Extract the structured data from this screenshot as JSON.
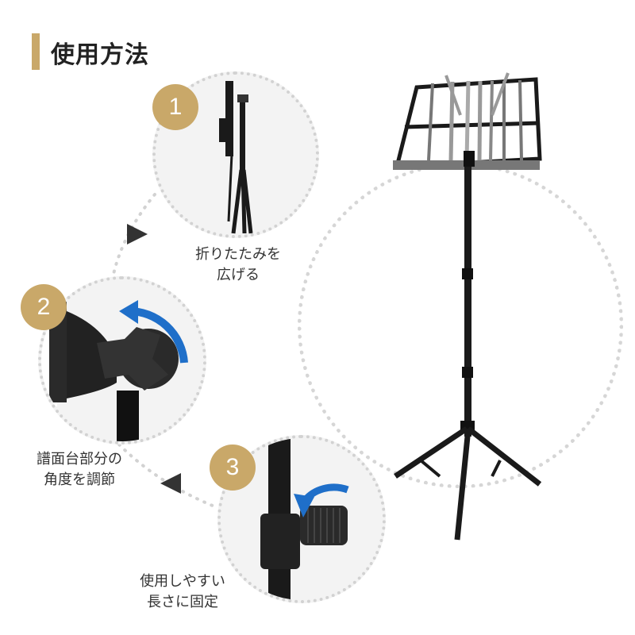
{
  "title": "使用方法",
  "steps": [
    {
      "number": "1",
      "caption_line1": "折りたたみを",
      "caption_line2": "広げる"
    },
    {
      "number": "2",
      "caption_line1": "譜面台部分の",
      "caption_line2": "角度を調節"
    },
    {
      "number": "3",
      "caption_line1": "使用しやすい",
      "caption_line2": "長さに固定"
    }
  ],
  "colors": {
    "accent": "#c9a869",
    "arrow_blue": "#1f6fc9",
    "dotted_line": "#d2d2d2",
    "product": "#1a1a1a",
    "metal": "#9a9a9a"
  },
  "icons": [
    "triangle-arrow-icon",
    "rotate-arrow-icon",
    "clamp-arrow-icon"
  ]
}
